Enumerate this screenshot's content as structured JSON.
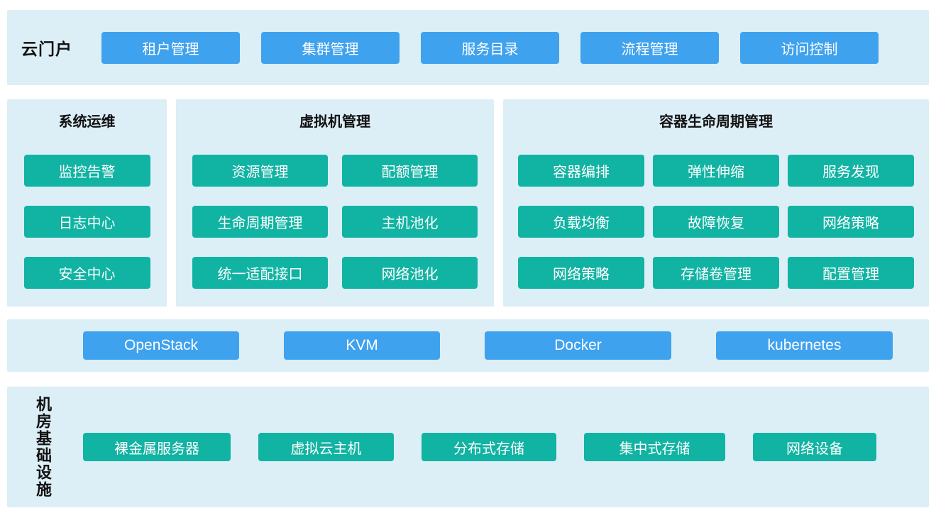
{
  "colors": {
    "panel_background": "#dceef6",
    "blue_block": "#3fa2ee",
    "teal_block": "#11b3a3",
    "heading_text": "#111111",
    "block_text": "#ffffff"
  },
  "portal": {
    "label": "云门户",
    "items": [
      "租户管理",
      "集群管理",
      "服务目录",
      "流程管理",
      "访问控制"
    ]
  },
  "panels": [
    {
      "title": "系统运维",
      "items": [
        "监控告警",
        "日志中心",
        "安全中心"
      ]
    },
    {
      "title": "虚拟机管理",
      "items": [
        "资源管理",
        "配额管理",
        "生命周期管理",
        "主机池化",
        "统一适配接口",
        "网络池化"
      ]
    },
    {
      "title": "容器生命周期管理",
      "items": [
        "容器编排",
        "弹性伸缩",
        "服务发现",
        "负载均衡",
        "故障恢复",
        "网络策略",
        "网络策略",
        "存储卷管理",
        "配置管理"
      ]
    }
  ],
  "tech": {
    "items": [
      "OpenStack",
      "KVM",
      "Docker",
      "kubernetes"
    ]
  },
  "infra": {
    "label": "机房基础设施",
    "items": [
      "裸金属服务器",
      "虚拟云主机",
      "分布式存储",
      "集中式存储",
      "网络设备"
    ]
  }
}
